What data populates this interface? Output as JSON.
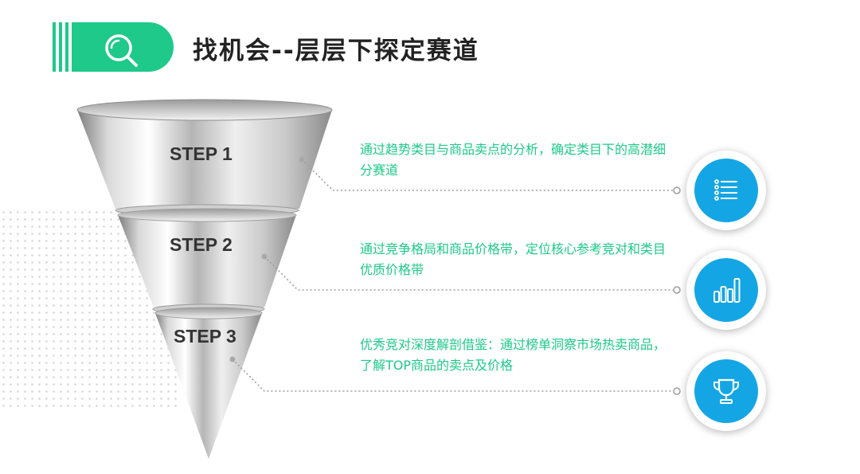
{
  "page": {
    "title": "找机会--层层下探定赛道",
    "accent_color": "#1ec98a",
    "icon_color": "#14a6e4",
    "header_icon": "search-icon"
  },
  "steps": [
    {
      "label": "STEP 1",
      "description": "通过趋势类目与商品卖点的分析，确定类目下的高潜细分赛道",
      "icon": "list-icon"
    },
    {
      "label": "STEP 2",
      "description": "通过竞争格局和商品价格带，定位核心参考竞对和类目优质价格带",
      "icon": "bar-chart-icon"
    },
    {
      "label": "STEP 3",
      "description": "优秀竞对深度解剖借鉴：通过榜单洞察市场热卖商品，了解TOP商品的卖点及价格",
      "icon": "trophy-icon"
    }
  ]
}
